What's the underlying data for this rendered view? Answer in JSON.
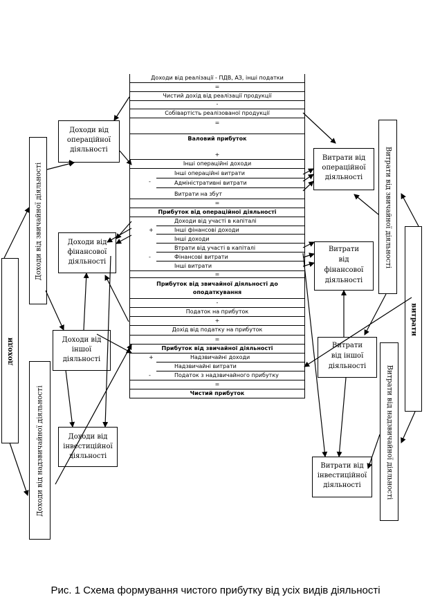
{
  "center_table": {
    "rows": [
      "Доходи від реалізації - ПДВ, АЗ, інші податки",
      "=",
      "Чистий дохід від реалізації продукції",
      "-",
      "Собівартість реалізованої продукції",
      "=",
      "Валовий прибуток",
      "+",
      "Інші операційні доходи",
      "Інші операційні витрати",
      "-",
      "Адміністративні витрати",
      "Витрати на збут",
      "=",
      "Прибуток від операційної діяльності",
      "Доходи від участі в капіталі",
      "+",
      "Інші фінансові доходи",
      "Інші доходи",
      "Втрати від участі в капіталі",
      "-",
      "Фінансові витрати",
      "Інші витрати",
      "=",
      "Прибуток від звичайної діяльності до",
      "оподаткування",
      "-",
      "Податок на прибуток",
      "+",
      "Дохід від податку на прибуток",
      "=",
      "Прибуток від звичайної діяльності",
      "+",
      "Надзвичайні доходи",
      "Надзвичайні витрати",
      "-",
      "Податок з надзвичайного прибутку",
      "=",
      "Чистий прибуток"
    ]
  },
  "left": {
    "revenue_vertical": "доходи",
    "ordinary_revenue_vertical": "Доходи від звичайної діяльності",
    "extraordinary_revenue_vertical": "Доходи від надзвичайної діяльності",
    "operating_revenue": [
      "Доходи від",
      "операційної",
      "діяльності"
    ],
    "financial_revenue": [
      "Доходи від",
      "фінансової",
      "діяльності"
    ],
    "other_revenue": [
      "Доходи від",
      "іншої",
      "діяльності"
    ],
    "investment_revenue": [
      "Доходи від",
      "інвестиційної",
      "діяльності"
    ]
  },
  "right": {
    "costs_vertical": "витрати",
    "ordinary_costs_vertical": "Витрати від звичайної діяльності",
    "extraordinary_costs_vertical": "Витрати від надзвичайної діяльності",
    "operating_costs": [
      "Витрати від",
      "операційної",
      "діяльності"
    ],
    "financial_costs": [
      "Витрати",
      "від",
      "фінансової",
      "діяльності"
    ],
    "other_costs": [
      "Витрати",
      "від іншої",
      "діяльності"
    ],
    "investment_costs": [
      "Витрати від",
      "інвестиційної",
      "діяльності"
    ]
  },
  "caption": "Рис. 1 Схема формування чистого прибутку від усіх видів діяльності"
}
